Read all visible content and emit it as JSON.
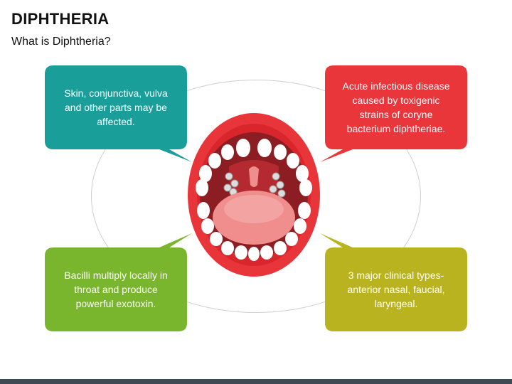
{
  "header": {
    "title": "DIPHTHERIA",
    "subtitle": "What is Diphtheria?"
  },
  "callouts": {
    "top_left": {
      "text": "Skin, conjunctiva, vulva and other parts may be affected.",
      "color": "#1a9e9a"
    },
    "top_right": {
      "text": "Acute infectious disease caused by toxigenic strains of coryne bacterium diphtheriae.",
      "color": "#e8363a"
    },
    "bottom_left": {
      "text": "Bacilli multiply locally in throat and produce powerful exotoxin.",
      "color": "#7ab52e"
    },
    "bottom_right": {
      "text": "3 major clinical types-anterior nasal, faucial, laryngeal.",
      "color": "#b9b31f"
    }
  },
  "illustration": {
    "icon": "open-mouth-icon"
  },
  "colors": {
    "lips": "#e8353a",
    "inner_mouth": "#8c1d22",
    "tongue": "#f08d8d",
    "teeth": "#ffffff",
    "bottom_bar": "#3f4a55"
  }
}
